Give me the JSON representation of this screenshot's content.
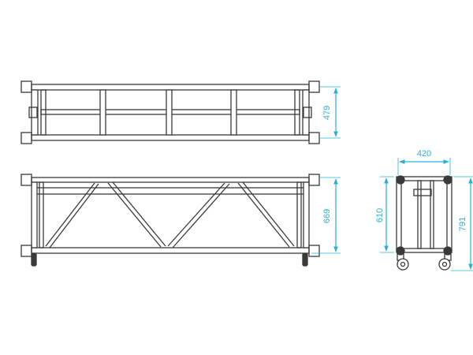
{
  "colors": {
    "frame": "#3a3a3a",
    "dimension": "#2ab0d8",
    "background": "#ffffff"
  },
  "dimensions": {
    "top_view_height": "479",
    "front_view_height": "669",
    "side_view_width": "420",
    "side_view_inner_height": "610",
    "side_view_total_height": "791"
  }
}
